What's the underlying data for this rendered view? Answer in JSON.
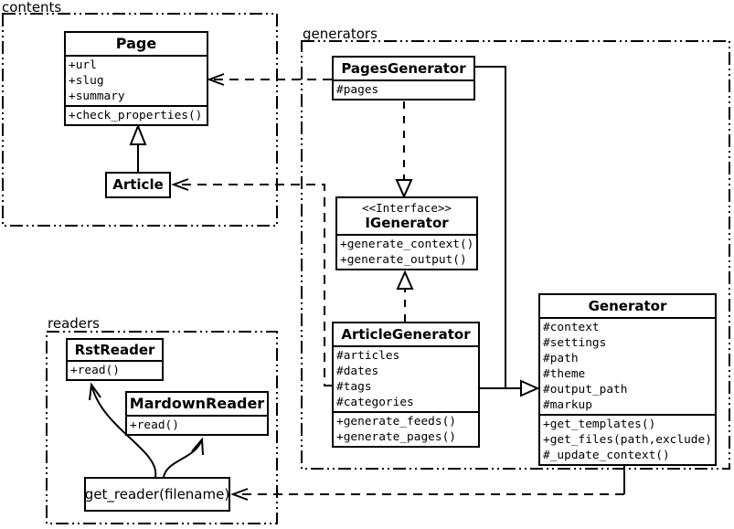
{
  "packages": {
    "contents": {
      "label": "contents"
    },
    "generators": {
      "label": "generators"
    },
    "readers": {
      "label": "readers"
    }
  },
  "classes": {
    "page": {
      "name": "Page",
      "attributes": [
        "+url",
        "+slug",
        "+summary"
      ],
      "methods": [
        "+check_properties()"
      ]
    },
    "article": {
      "name": "Article"
    },
    "pages_generator": {
      "name": "PagesGenerator",
      "attributes": [
        "#pages"
      ]
    },
    "igenerator": {
      "stereotype": "<<Interface>>",
      "name": "IGenerator",
      "methods": [
        "+generate_context()",
        "+generate_output()"
      ]
    },
    "article_generator": {
      "name": "ArticleGenerator",
      "attributes": [
        "#articles",
        "#dates",
        "#tags",
        "#categories"
      ],
      "methods": [
        "+generate_feeds()",
        "+generate_pages()"
      ]
    },
    "generator": {
      "name": "Generator",
      "attributes": [
        "#context",
        "#settings",
        "#path",
        "#theme",
        "#output_path",
        "#markup"
      ],
      "methods": [
        "+get_templates()",
        "+get_files(path,exclude)",
        "#_update_context()"
      ]
    },
    "rst_reader": {
      "name": "RstReader",
      "methods": [
        "+read()"
      ]
    },
    "markdown_reader": {
      "name": "MardownReader",
      "methods": [
        "+read()"
      ]
    }
  },
  "function_box": {
    "label": "get_reader(filename)"
  },
  "relationships": [
    {
      "from": "Article",
      "to": "Page",
      "type": "generalization"
    },
    {
      "from": "PagesGenerator",
      "to": "Page",
      "type": "dependency"
    },
    {
      "from": "PagesGenerator",
      "to": "IGenerator",
      "type": "realization"
    },
    {
      "from": "ArticleGenerator",
      "to": "IGenerator",
      "type": "realization"
    },
    {
      "from": "PagesGenerator",
      "to": "Generator",
      "type": "generalization"
    },
    {
      "from": "ArticleGenerator",
      "to": "Generator",
      "type": "generalization"
    },
    {
      "from": "ArticleGenerator",
      "to": "Article",
      "type": "dependency"
    },
    {
      "from": "Generator",
      "to": "get_reader(filename)",
      "type": "dependency"
    },
    {
      "from": "get_reader(filename)",
      "to": "RstReader",
      "type": "call-arrow"
    },
    {
      "from": "get_reader(filename)",
      "to": "MardownReader",
      "type": "call-arrow"
    }
  ],
  "colors": {
    "line": "#000000",
    "background": "#ffffff"
  }
}
